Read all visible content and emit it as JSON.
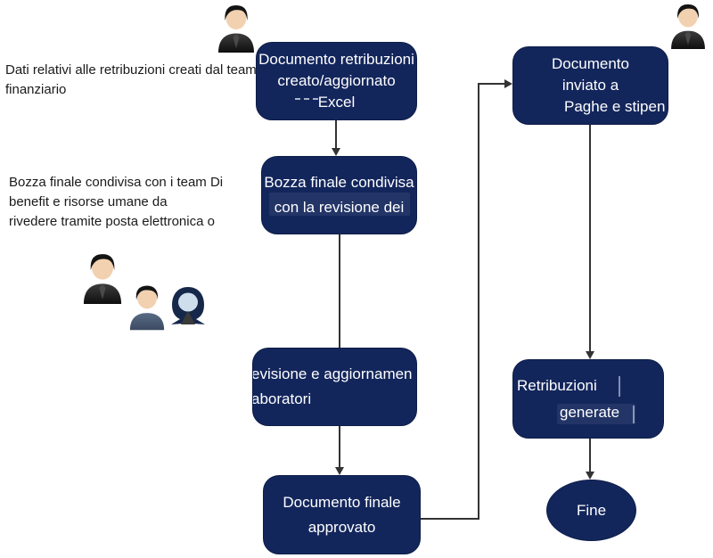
{
  "colors": {
    "node_fill": "#13265c",
    "node_border": "#0d1d47",
    "arrow": "#333333",
    "node_text": "#ffffff",
    "annotation_text": "#1a1a1a"
  },
  "annotations": {
    "finance": {
      "lines": [
        "Dati relativi alle retribuzioni creati dal team",
        "finanziario"
      ]
    },
    "draft": {
      "lines": [
        "Bozza finale condivisa con i team Di",
        "benefit e risorse umane da",
        "rivedere tramite posta elettronica o"
      ]
    }
  },
  "nodes": {
    "doc_created": {
      "lines": [
        "Documento retribuzioni",
        "creato/aggiornato",
        "Excel"
      ]
    },
    "draft_shared": {
      "lines": [
        "Bozza finale condivisa",
        "con la revisione dei"
      ]
    },
    "review_updates": {
      "lines": [
        "evisione e aggiornamen",
        "aboratori"
      ]
    },
    "final_approved": {
      "lines": [
        "Documento finale",
        "approvato"
      ]
    },
    "doc_sent": {
      "lines": [
        "Documento",
        "inviato a",
        "Paghe e stipen"
      ]
    },
    "payroll_generated": {
      "lines": [
        "Retribuzioni",
        "generate"
      ]
    },
    "end": {
      "label": "Fine"
    }
  },
  "icons": {
    "finance_person": "person-icon",
    "payroll_person": "person-icon",
    "review_team": [
      "person-dark-shirt-icon",
      "person-blue-shirt-icon",
      "person-headscarf-icon"
    ]
  }
}
